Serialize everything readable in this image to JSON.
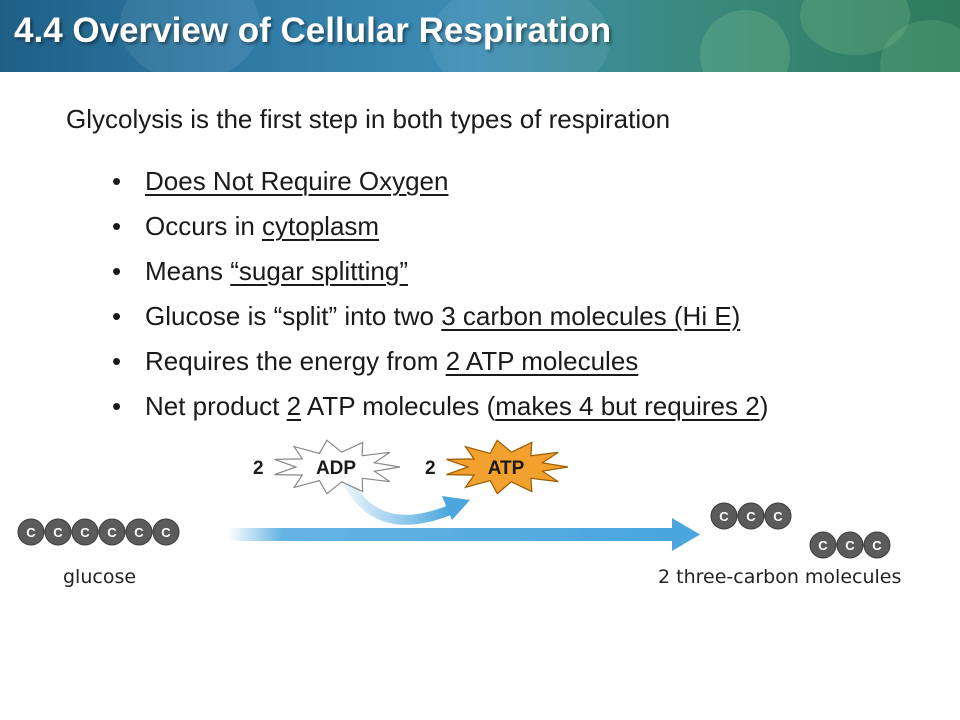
{
  "header": {
    "title": "4.4 Overview of Cellular Respiration"
  },
  "heading": "Glycolysis is the first step in both types of respiration",
  "bullets": [
    {
      "parts": [
        {
          "text": "Does Not Require Oxygen",
          "underline": true
        }
      ]
    },
    {
      "parts": [
        {
          "text": "Occurs in ",
          "underline": false
        },
        {
          "text": "cytoplasm",
          "underline": true
        }
      ]
    },
    {
      "parts": [
        {
          "text": "Means ",
          "underline": false
        },
        {
          "text": "“sugar splitting”",
          "underline": true
        }
      ]
    },
    {
      "parts": [
        {
          "text": "Glucose is “split” into two ",
          "underline": false
        },
        {
          "text": "3 carbon molecules (Hi E)",
          "underline": true
        }
      ]
    },
    {
      "parts": [
        {
          "text": "Requires the energy from ",
          "underline": false
        },
        {
          "text": "2 ATP molecules",
          "underline": true
        }
      ]
    },
    {
      "parts": [
        {
          "text": "Net product ",
          "underline": false
        },
        {
          "text": "2",
          "underline": true
        },
        {
          "text": " ATP molecules (",
          "underline": false
        },
        {
          "text": "makes 4 but requires 2",
          "underline": true
        },
        {
          "text": ")",
          "underline": false
        }
      ]
    }
  ],
  "diagram": {
    "adp_count": "2",
    "adp_label": "ADP",
    "atp_count": "2",
    "atp_label": "ATP",
    "carbon_letter": "C",
    "glucose_carbons": 6,
    "product_carbons": 3,
    "glucose_label": "glucose",
    "products_label": "2 three-carbon molecules"
  },
  "colors": {
    "arrow_blue": "#4aa6dd",
    "atp_orange": "#f2a12e",
    "molecule_gray": "#5b5b5b"
  }
}
